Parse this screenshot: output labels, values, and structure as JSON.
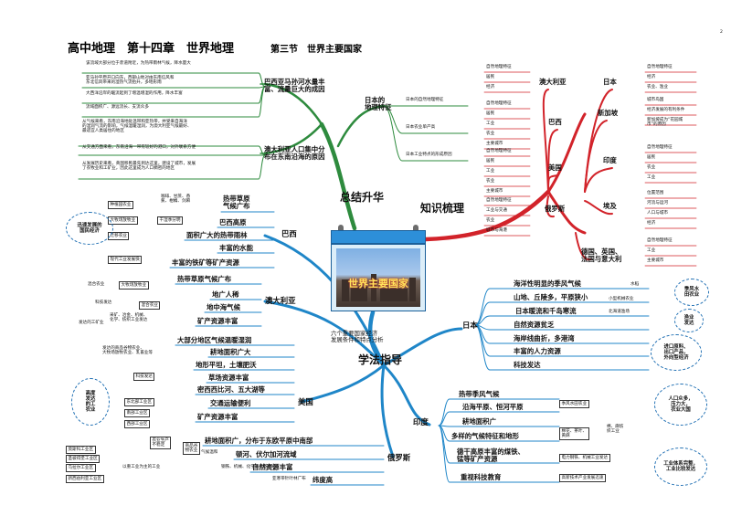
{
  "page_number": "2",
  "title": {
    "main": "高中地理　第十四章　世界地理",
    "section": "第三节　世界主要国家"
  },
  "center_label": "世界主要国家",
  "branches": {
    "summary": "总结升华",
    "knowledge": "知识梳理",
    "method": "学法指导"
  },
  "summary": {
    "sub_japan": "日本的\n地理特征",
    "japan_items": [
      "日本的自然地理特征",
      "日本农业单产高",
      "日本工业特点的形成原因"
    ],
    "brazil_q": "巴西亚马孙河水量丰\n富、流量巨大的成因",
    "brazil_reasons": [
      "该流域大部分位于赤道附近，为热带雨林气候，降水量大",
      "亚马孙平原开口向东，西部山地对由东南信风和\n东北信风带来的湿热气流抬升，多地形雨",
      "大西洋沿岸的暖流起到了增温增湿的作用，降水丰富",
      "流域面积广、源远流长、支流众多"
    ],
    "aus_q": "澳大利亚人口集中分\n布在东南沿海的原因",
    "aus_reasons": [
      "从气候来看，东南沿海地处温带和亚热带，并受来自海洋\n的湿润气流的影响，气候温暖湿润，为澳大利亚气候最好、\n最适宜人类居住的地区",
      "从交通方面来看，东南沿海一带有较好的港口，对外联系方便",
      "从发展历史来看，英国移民最先到达这里，建设了城市，发展\n了农牧业和工矿业，因此这里成为人口稠密的地区"
    ]
  },
  "knowledge": {
    "countries": [
      "澳大利亚",
      "巴西",
      "美国",
      "俄罗斯",
      "日本",
      "新加坡",
      "印度",
      "埃及",
      "德国、英国、\n法国与意大利"
    ],
    "aus_items": [
      "自然地理特征",
      "居民",
      "经济"
    ],
    "brazil_items": [
      "自然地理特征",
      "居民",
      "工业",
      "农业",
      "主要城市"
    ],
    "usa_items": [
      "自然地理特征",
      "居民",
      "工业",
      "农业",
      "主要城市"
    ],
    "russia_items": [
      "自然地理特征",
      "工业与交通",
      "农业",
      "城市与海港"
    ],
    "japan_items": [
      "自然地理特征",
      "经济",
      "农业、渔业"
    ],
    "singapore_items": [
      "城市岛国",
      "经济发展的有利条件",
      "新加坡成为“花园城\n市”的原因"
    ],
    "india_items": [
      "自然地理特征",
      "居民",
      "农业",
      "工业"
    ],
    "egypt_items": [
      "位置范围",
      "河流与运河",
      "人口与城市",
      "经济"
    ],
    "eu4_items": [
      "自然地理特征",
      "工业",
      "主要城市"
    ]
  },
  "method": {
    "caption": "六个重要国家经济\n发展条件和特点分析",
    "brazil": {
      "name": "巴西",
      "factors": [
        "热带草原\n气候广布",
        "巴西高原",
        "面积广大的热带雨林",
        "丰富的水能",
        "丰富的铁矿等矿产资源"
      ],
      "boxes": [
        "种植园农业",
        "咖啡、甘蔗、香\n蕉、柑橘、剑麻",
        "大牧场放牧业",
        "干湿季分明",
        "迁移农业",
        "现代工业发展快"
      ],
      "goal": "迅速发展的\n国民经济"
    },
    "australia": {
      "name": "澳大利亚",
      "factors": [
        "热带草原气候广布",
        "地广人稀",
        "地中海气候",
        "矿产资源丰富"
      ],
      "boxes": [
        "混合农业",
        "大牧场放牧业",
        "混合农业",
        "科技发达",
        "采矿、冶金、机械、\n化学、纺织工业发达",
        "发达的工矿业"
      ]
    },
    "usa": {
      "name": "美国",
      "factors": [
        "大部分地区气候温暖湿润",
        "耕地面积广大",
        "地形平坦，土壤肥沃",
        "草场资源丰富",
        "密西西比河、五大湖等",
        "交通运输便利",
        "矿产资源丰富"
      ],
      "boxes": [
        "发达的商品谷物农业、\n大牧场放牧农业、乳畜业等",
        "科技发达",
        "东北部工业区",
        "南部工业区",
        "西部工业区"
      ],
      "goal": "高度\n发达\n的工\n农业"
    },
    "russia": {
      "name": "俄罗斯",
      "factors": [
        "耕地面积广，分布于东欧平原中南部",
        "顿河、伏尔加河流域",
        "自然资源丰富",
        "纬度高"
      ],
      "boxes": [
        "农业生产\n不稳定",
        "商品谷\n物农业",
        "气候温和",
        "钢铁、机械、化学等工业发达",
        "以重工业为主的工业",
        "亚寒带针叶林广布"
      ],
      "regions": [
        "莫斯科工业区",
        "圣彼得堡工业区",
        "乌拉尔工业区",
        "新西伯利亚工业区"
      ]
    },
    "japan": {
      "name": "日本",
      "factors": [
        "海洋性明显的季风气候",
        "山地、丘陵多，平原狭小",
        "日本暖流和千岛寒流",
        "自然资源贫乏",
        "海岸线曲折，多港湾",
        "丰富的人力资源",
        "科技发达"
      ],
      "boxes": [
        "水稻",
        "小型机械农业",
        "北海道渔场"
      ],
      "goals": [
        "季风水\n田农业",
        "渔业\n发达",
        "进口原料、\n出口产品，\n外向型经济"
      ]
    },
    "india": {
      "name": "印度",
      "factors": [
        "热带季风气候",
        "沿海平原、恒河平原",
        "耕地面积广",
        "多样的气候特征和地形",
        "德干高原丰富的煤铁、\n锰等矿产资源",
        "重视科技教育"
      ],
      "boxes": [
        "季风水田农业",
        "棉花、茶叶、\n黄麻",
        "棉、麻纺\n织工业",
        "电力钢铁、机械工业发达",
        "高新技术产业发展迅速"
      ],
      "goal": "人口众多，\n压力大，\n农业大国",
      "goal2": "工业体系完整，\n工业比较发达"
    }
  }
}
